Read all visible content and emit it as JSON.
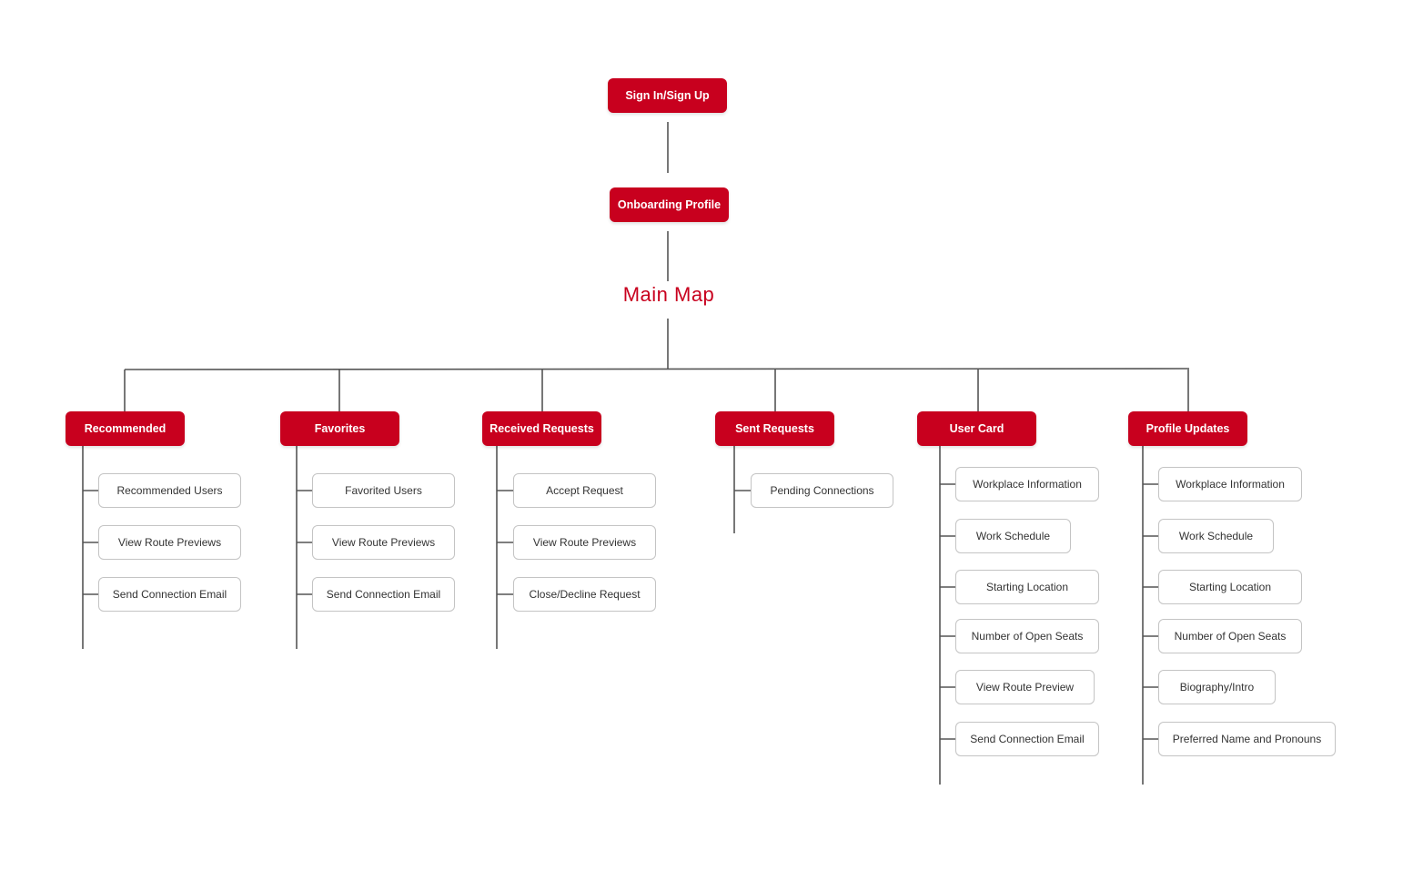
{
  "colors": {
    "accent": "#c8001e",
    "connector": "#555555",
    "child_border": "#c4c4c4",
    "child_text": "#333333"
  },
  "top": {
    "sign_in": "Sign In/Sign Up",
    "onboarding": "Onboarding Profile",
    "main_map": "Main Map"
  },
  "categories": [
    {
      "label": "Recommended",
      "children": [
        "Recommended Users",
        "View Route Previews",
        "Send Connection Email"
      ]
    },
    {
      "label": "Favorites",
      "children": [
        "Favorited Users",
        "View Route Previews",
        "Send Connection Email"
      ]
    },
    {
      "label": "Received Requests",
      "children": [
        "Accept Request",
        "View Route Previews",
        "Close/Decline Request"
      ]
    },
    {
      "label": "Sent Requests",
      "children": [
        "Pending Connections"
      ]
    },
    {
      "label": "User Card",
      "children": [
        "Workplace Information",
        "Work Schedule",
        "Starting Location",
        "Number of Open Seats",
        "View Route Preview",
        "Send Connection Email"
      ]
    },
    {
      "label": "Profile Updates",
      "children": [
        "Workplace Information",
        "Work Schedule",
        "Starting Location",
        "Number of Open Seats",
        "Biography/Intro",
        "Preferred Name and Pronouns"
      ]
    }
  ]
}
